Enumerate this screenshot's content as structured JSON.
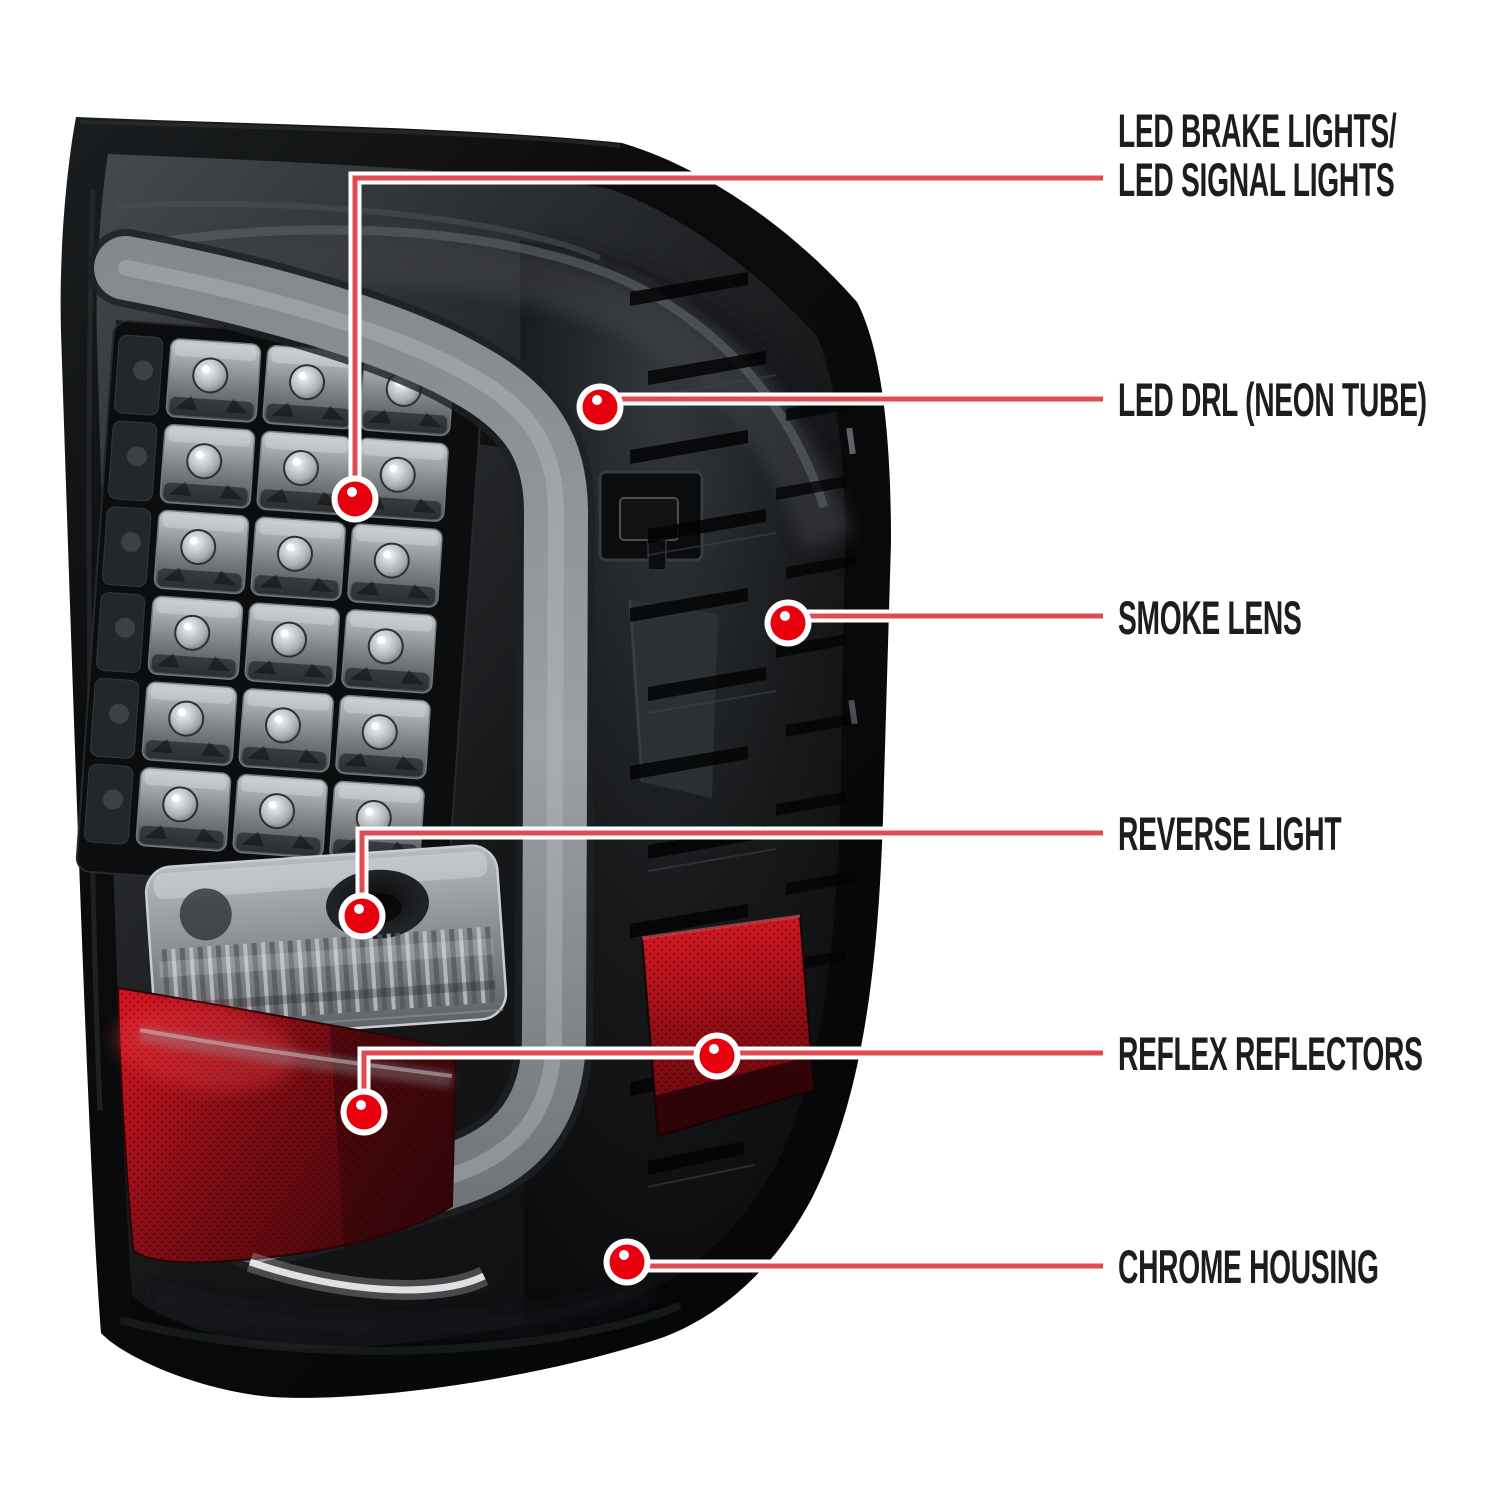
{
  "background": "#ffffff",
  "colors": {
    "line_red": "#e04b52",
    "dot_red": "#e8000f",
    "dot_ring": "#ffffff",
    "text": "#1d1d1d"
  },
  "subject": "smoked LED tail light with chrome housing, annotated feature callouts",
  "callouts": [
    {
      "id": "led-brake-signal",
      "lines": [
        "LED BRAKE LIGHTS/",
        "LED SIGNAL LIGHTS"
      ]
    },
    {
      "id": "led-drl",
      "lines": [
        "LED DRL (NEON TUBE)"
      ]
    },
    {
      "id": "smoke-lens",
      "lines": [
        "SMOKE LENS"
      ]
    },
    {
      "id": "reverse-light",
      "lines": [
        "REVERSE LIGHT"
      ]
    },
    {
      "id": "reflex-reflectors",
      "lines": [
        "REFLEX REFLECTORS"
      ]
    },
    {
      "id": "chrome-housing",
      "lines": [
        "CHROME HOUSING"
      ]
    }
  ]
}
